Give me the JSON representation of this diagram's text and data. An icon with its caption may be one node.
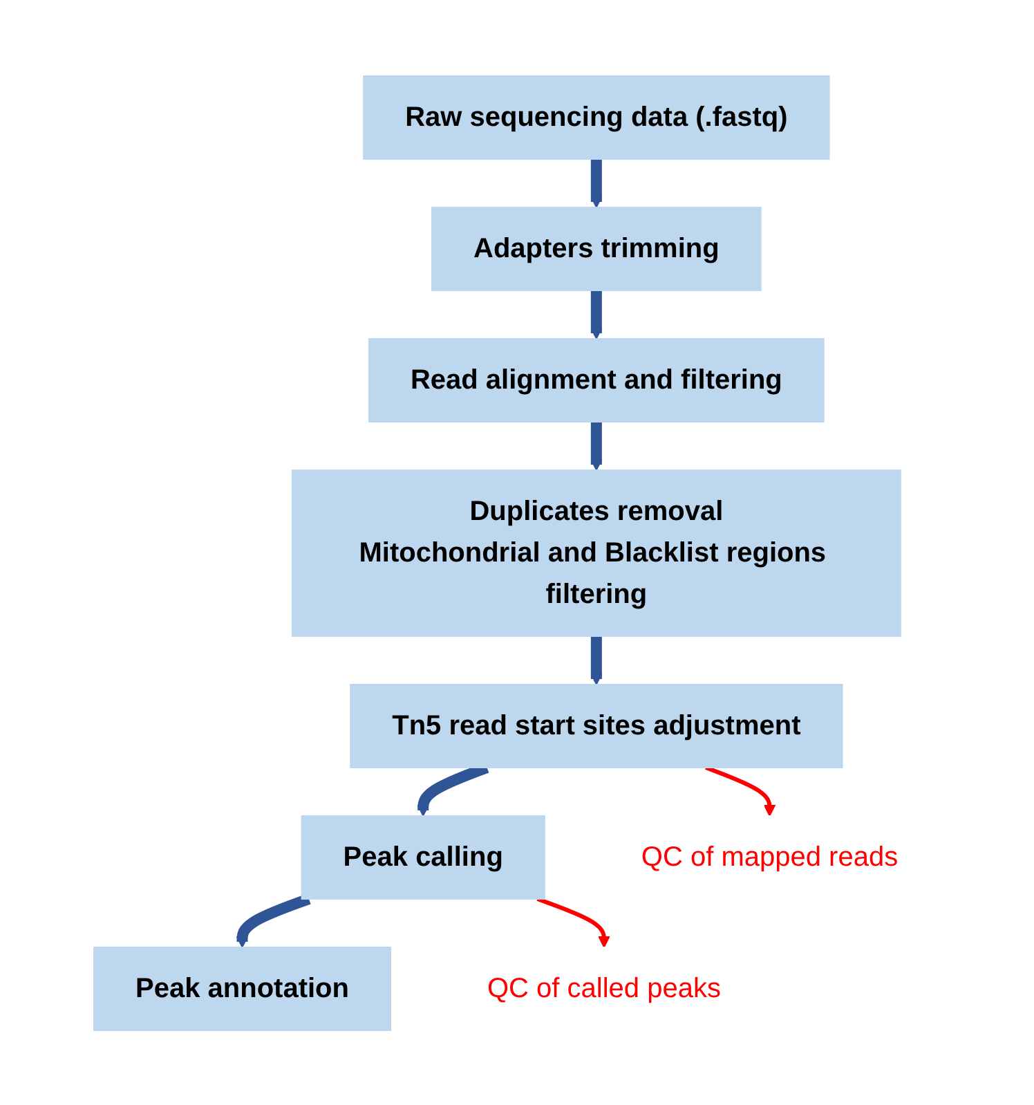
{
  "diagram": {
    "nodes": [
      {
        "text": [
          "Raw sequencing data (.fastq)"
        ]
      },
      {
        "text": [
          "Adapters trimming"
        ]
      },
      {
        "text": [
          "Read alignment and filtering"
        ]
      },
      {
        "text": [
          "Duplicates removal",
          "Mitochondrial and Blacklist regions filtering"
        ]
      },
      {
        "text": [
          "Tn5 read start sites adjustment"
        ]
      },
      {
        "text": [
          "Peak calling"
        ]
      },
      {
        "text": [
          "Peak annotation"
        ]
      },
      {
        "text": [
          "QC of mapped reads"
        ]
      },
      {
        "text": [
          "QC of called peaks"
        ]
      }
    ],
    "edges": [
      {
        "from": 0,
        "to": 1,
        "arrow": "to"
      },
      {
        "from": 1,
        "to": 2,
        "arrow": "to"
      },
      {
        "from": 2,
        "to": 3,
        "arrow": "to"
      },
      {
        "from": 3,
        "to": 4,
        "arrow": "to"
      },
      {
        "from": 4,
        "to": 5,
        "arrow": "to"
      },
      {
        "from": 5,
        "to": 6,
        "arrow": "to"
      },
      {
        "from": 4,
        "to": 7,
        "arrow": "to",
        "color": "#ff0000"
      },
      {
        "from": 5,
        "to": 8,
        "arrow": "to",
        "color": "#ff0000"
      }
    ]
  }
}
